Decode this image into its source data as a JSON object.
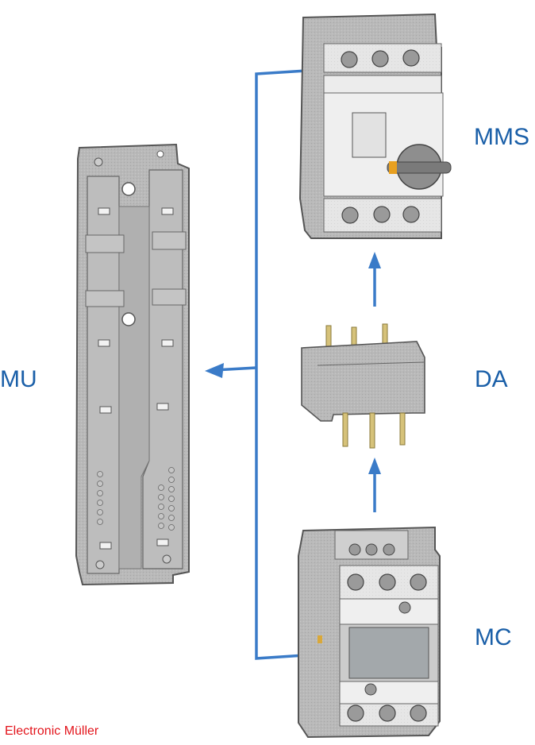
{
  "diagram": {
    "labels": {
      "mu": "MU",
      "mms": "MMS",
      "da": "DA",
      "mc": "MC"
    },
    "credit": "Electronic Müller",
    "connector_color": "#3a7bc8",
    "label_color": "#1a5fa8",
    "credit_color": "#e3141b",
    "components": [
      {
        "id": "mms",
        "name": "MMS",
        "description": "motor protection switch with rotary handle"
      },
      {
        "id": "da",
        "name": "DA",
        "description": "connection adapter with 3 brass pins"
      },
      {
        "id": "mc",
        "name": "MC",
        "description": "contactor"
      },
      {
        "id": "mu",
        "name": "MU",
        "description": "mounting base plate"
      }
    ],
    "arrows": [
      {
        "from": "mc",
        "to": "da"
      },
      {
        "from": "da",
        "to": "mms"
      },
      {
        "from": "mms+mc",
        "to": "mu"
      }
    ]
  }
}
